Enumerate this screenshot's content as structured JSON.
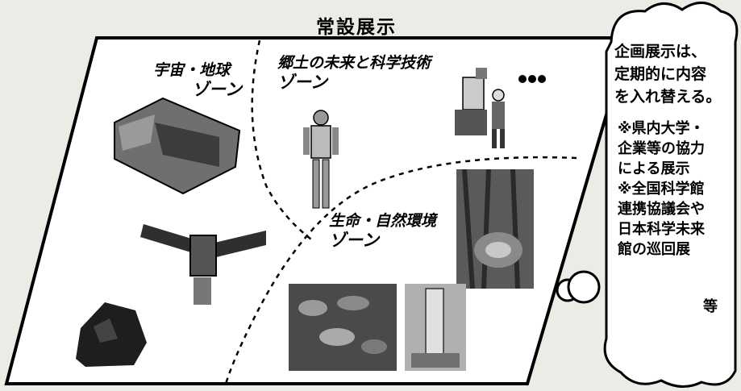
{
  "diagram": {
    "title": "常設展示",
    "zones": [
      {
        "name": "宇宙・地球",
        "suffix": "ゾーン"
      },
      {
        "name": "郷土の未来と科学技術",
        "suffix": "ゾーン"
      },
      {
        "name": "生命・自然環境",
        "suffix": "ゾーン"
      }
    ],
    "callout": {
      "main_lines": [
        "企画展示は、",
        "定期的に内容",
        "を入れ替える。"
      ],
      "note_lines": [
        "※県内大学・",
        "企業等の協力",
        "による展示",
        "※全国科学館",
        "連携協議会や",
        "日本科学未来",
        "館の巡回展"
      ],
      "tail": "等"
    }
  }
}
